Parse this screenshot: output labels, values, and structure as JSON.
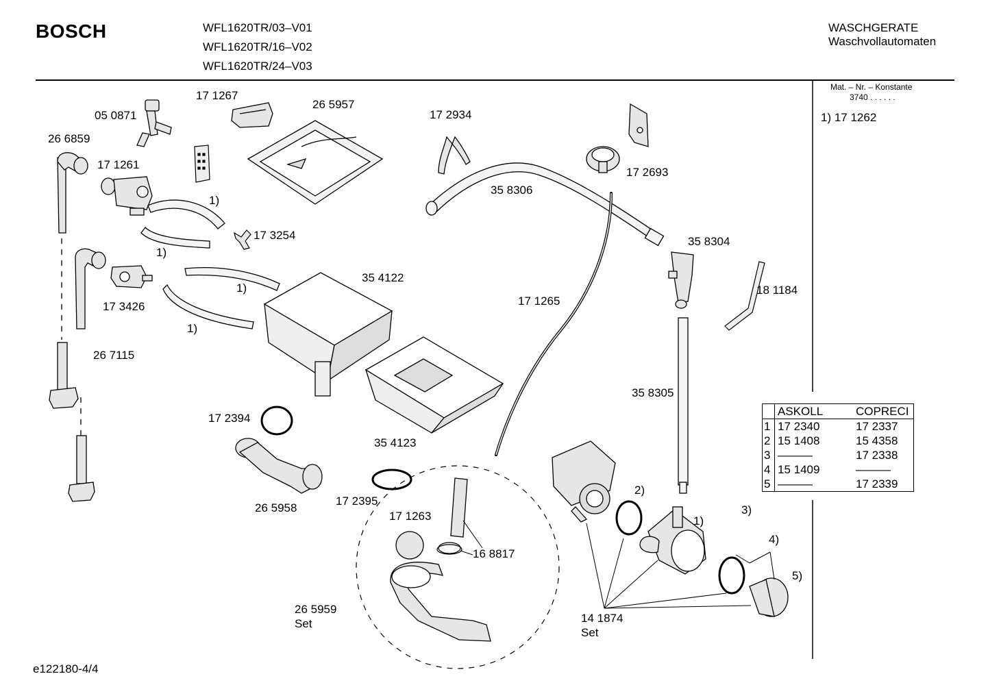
{
  "header": {
    "brand": "BOSCH",
    "models": [
      "WFL1620TR/03–V01",
      "WFL1620TR/16–V02",
      "WFL1620TR/24–V03"
    ],
    "category": "WASCHGERATE",
    "subcategory": "Waschvollautomaten"
  },
  "sidebar": {
    "mat_line": "Mat. – Nr. – Konstante",
    "mat_value": "3740 . . . . . .",
    "footnote": "1)  17 1262"
  },
  "parts": {
    "p050871": "05 0871",
    "p171267": "17 1267",
    "p265957": "26 5957",
    "p172934": "17 2934",
    "p266859": "26 6859",
    "p171261": "17 1261",
    "p172693": "17 2693",
    "p358306": "35 8306",
    "p173254": "17 3254",
    "p358304": "35 8304",
    "p354122": "35 4122",
    "p173426": "17 3426",
    "p171265": "17 1265",
    "p181184": "18 1184",
    "p267115": "26 7115",
    "p358305": "35 8305",
    "p172394": "17 2394",
    "p354123": "35 4123",
    "p265958": "26 5958",
    "p172395": "17 2395",
    "p171263": "17 1263",
    "p168817": "16 8817",
    "p265959": "26 5959",
    "p265959_set": "Set",
    "p141874": "14 1874",
    "p141874_set": "Set"
  },
  "refs": {
    "r1a": "1)",
    "r1b": "1)",
    "r1c": "1)",
    "r1d": "1)",
    "r1e": "1)",
    "r2": "2)",
    "r3": "3)",
    "r4": "4)",
    "r5": "5)"
  },
  "alt_table": {
    "headers": [
      "ASKOLL",
      "COPRECI"
    ],
    "rows": [
      {
        "n": "1",
        "a": "17 2340",
        "b": "17 2337"
      },
      {
        "n": "2",
        "a": "15 1408",
        "b": "15 4358"
      },
      {
        "n": "3",
        "a": "———",
        "b": "17 2338"
      },
      {
        "n": "4",
        "a": "15 1409",
        "b": "———"
      },
      {
        "n": "5",
        "a": "———",
        "b": "17 2339"
      }
    ]
  },
  "footer": {
    "code": "e122180-4/4"
  },
  "colors": {
    "line": "#000000",
    "part_fill": "#d8d8d8",
    "background": "#ffffff"
  }
}
